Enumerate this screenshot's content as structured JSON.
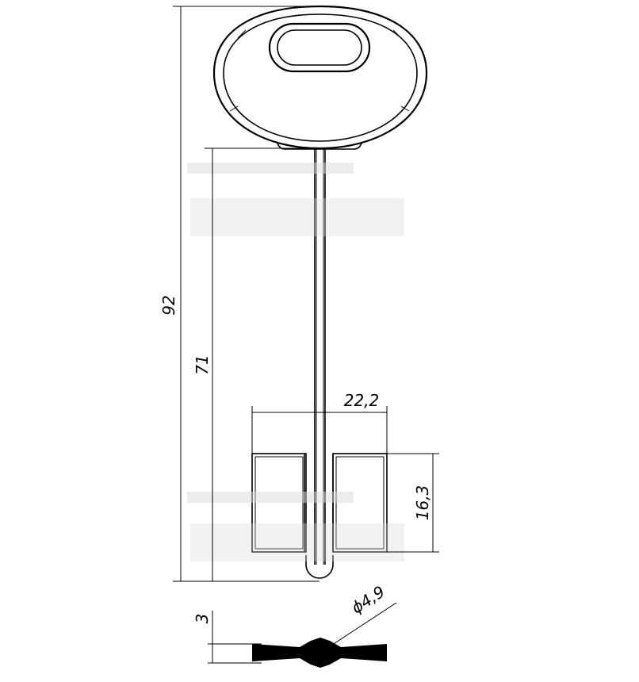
{
  "dimensions": {
    "overall_length": "92",
    "shank_length": "71",
    "bit_width": "22,2",
    "bit_height": "16,3",
    "blade_thickness": "3",
    "shaft_diameter": "ϕ4,9"
  },
  "colors": {
    "line": "#000000",
    "background": "#ffffff",
    "watermark": "#d9d9d9"
  }
}
